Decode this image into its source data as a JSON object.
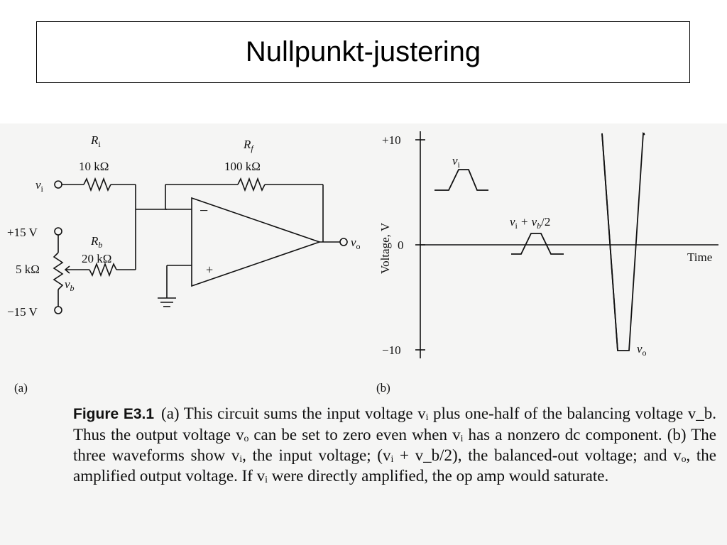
{
  "slide": {
    "title": "Nullpunkt-justering"
  },
  "circuit": {
    "panel_label": "(a)",
    "vi": "v",
    "vi_sub": "i",
    "ri_name": "R",
    "ri_sub": "i",
    "ri_value": "10 kΩ",
    "rf_name": "R",
    "rf_sub": "f",
    "rf_value": "100 kΩ",
    "rb_name": "R",
    "rb_sub": "b",
    "rb_value": "20 kΩ",
    "pot_value": "5 kΩ",
    "vb": "v",
    "vb_sub": "b",
    "vpos": "+15 V",
    "vneg": "−15 V",
    "vo": "v",
    "vo_sub": "o",
    "minus": "−",
    "plus": "+"
  },
  "plot": {
    "panel_label": "(b)",
    "ylabel": "Voltage, V",
    "xlabel": "Time",
    "ticks": [
      "+10",
      "0",
      "−10"
    ],
    "wave_vi_label": "v",
    "wave_vi_sub": "i",
    "wave_sum_label": "v",
    "wave_sum_sub": "i",
    "wave_sum_rest": "+ v",
    "wave_sum_rest_sub": "b",
    "wave_sum_tail": "/2",
    "wave_vo_label": "v",
    "wave_vo_sub": "o"
  },
  "caption": {
    "figure_label": "Figure E3.1",
    "text": "(a) This circuit sums the input voltage vᵢ plus one-half of the balancing voltage v_b. Thus the output voltage vₒ can be set to zero even when vᵢ has a nonzero dc component. (b) The three waveforms show vᵢ, the input voltage; (vᵢ + v_b/2), the balanced-out voltage; and vₒ, the amplified output voltage. If vᵢ were directly amplified, the op amp would saturate."
  }
}
